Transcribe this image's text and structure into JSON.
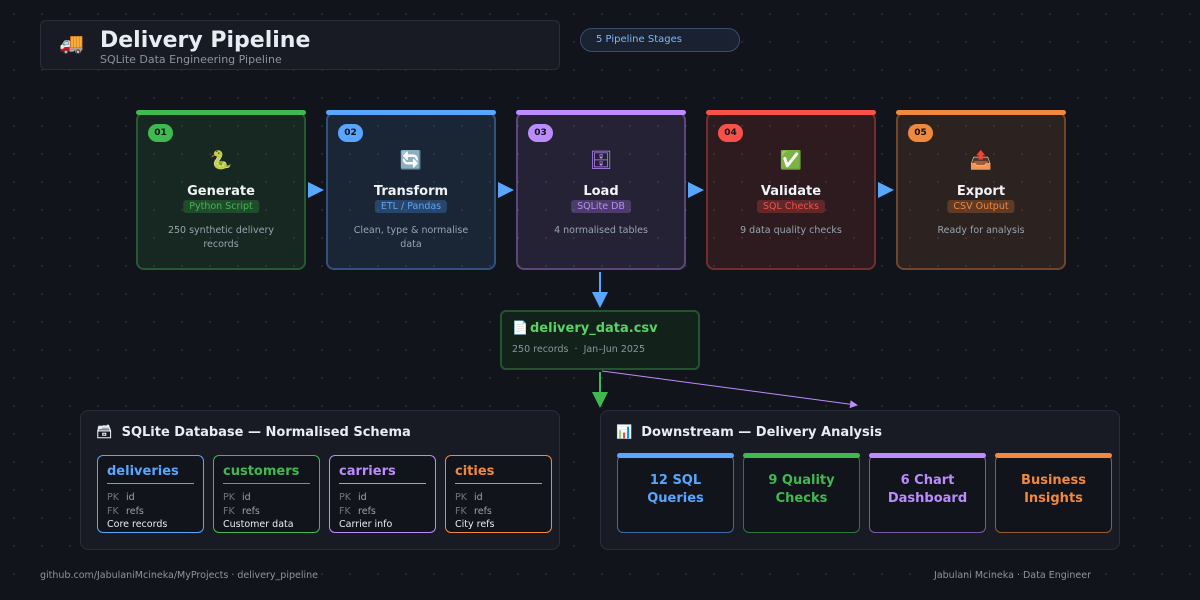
{
  "header": {
    "icon": "🚚",
    "icon_name": "delivery-truck-icon",
    "title": "Delivery Pipeline",
    "subtitle": "SQLite Data Engineering Pipeline",
    "stages_badge": "5 Pipeline Stages"
  },
  "stages": [
    {
      "num": "01",
      "icon": "🐍",
      "name": "Generate",
      "tag": "Python Script",
      "desc": "250 synthetic delivery records",
      "color": "#3fb950"
    },
    {
      "num": "02",
      "icon": "🔄",
      "name": "Transform",
      "tag": "ETL / Pandas",
      "desc": "Clean, type & normalise data",
      "color": "#58a6ff"
    },
    {
      "num": "03",
      "icon": "🗄",
      "name": "Load",
      "tag": "SQLite DB",
      "desc": "4 normalised tables",
      "color": "#bc8cff"
    },
    {
      "num": "04",
      "icon": "✅",
      "name": "Validate",
      "tag": "SQL Checks",
      "desc": "9 data quality checks",
      "color": "#f85149"
    },
    {
      "num": "05",
      "icon": "📤",
      "name": "Export",
      "tag": "CSV Output",
      "desc": "Ready for analysis",
      "color": "#f0883e"
    }
  ],
  "csv": {
    "icon": "📄",
    "name": "delivery_data.csv",
    "records": "250 records",
    "range": "Jan–Jun 2025"
  },
  "schema": {
    "icon": "🗃",
    "title": "SQLite Database — Normalised Schema",
    "tables": [
      {
        "name": "deliveries",
        "pk": "id",
        "fk": "refs",
        "note": "Core records",
        "color": "#58a6ff"
      },
      {
        "name": "customers",
        "pk": "id",
        "fk": "refs",
        "note": "Customer data",
        "color": "#3fb950"
      },
      {
        "name": "carriers",
        "pk": "id",
        "fk": "refs",
        "note": "Carrier info",
        "color": "#bc8cff"
      },
      {
        "name": "cities",
        "pk": "id",
        "fk": "refs",
        "note": "City refs",
        "color": "#f0883e"
      }
    ],
    "pk_label": "PK",
    "fk_label": "FK"
  },
  "downstream": {
    "icon": "📊",
    "title": "Downstream — Delivery Analysis",
    "cards": [
      {
        "line1": "12 SQL",
        "line2": "Queries",
        "color": "#58a6ff"
      },
      {
        "line1": "9 Quality",
        "line2": "Checks",
        "color": "#3fb950"
      },
      {
        "line1": "6 Chart",
        "line2": "Dashboard",
        "color": "#bc8cff"
      },
      {
        "line1": "Business",
        "line2": "Insights",
        "color": "#f0883e"
      }
    ]
  },
  "footer": {
    "left": "github.com/JabulaniMcineka/MyProjects  ·  delivery_pipeline",
    "right": "Jabulani Mcineka  ·  Data Engineer"
  }
}
